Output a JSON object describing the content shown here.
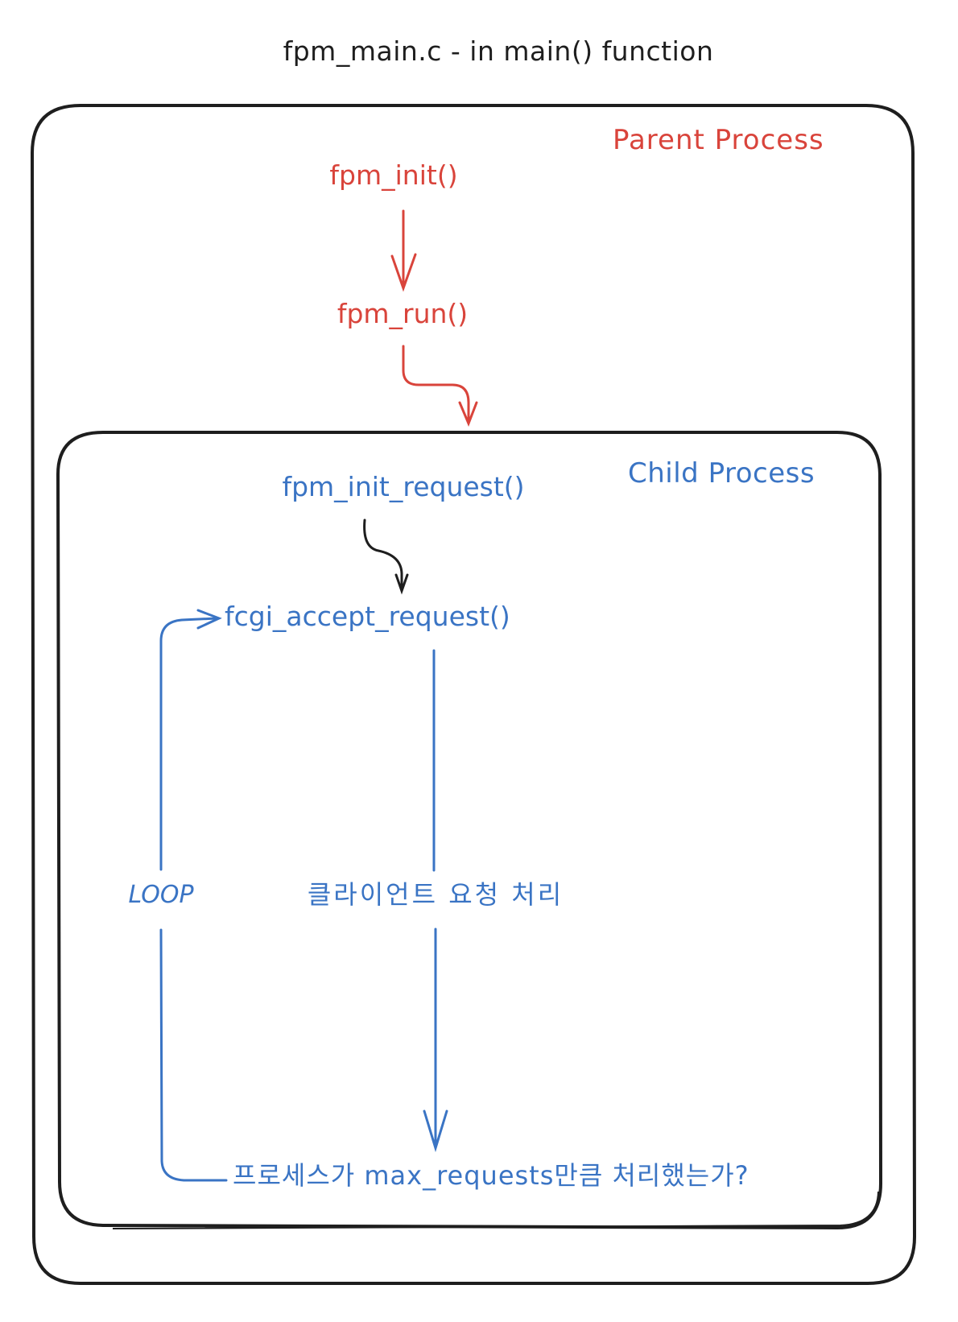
{
  "title": "fpm_main.c - in main() function",
  "colors": {
    "parent": "#d9443b",
    "child": "#3a74c4",
    "stroke": "#1e1e1e"
  },
  "parent_process": {
    "label": "Parent Process",
    "steps": [
      "fpm_init()",
      "fpm_run()"
    ]
  },
  "child_process": {
    "label": "Child Process",
    "init": "fpm_init_request()",
    "accept": "fcgi_accept_request()",
    "loop_label": "LOOP",
    "handle_label": "클라이언트 요청 처리",
    "condition": "프로세스가 max_requests만큼 처리했는가?"
  },
  "icons": {
    "flow_arrow": "arrow-down-icon",
    "loop_arrow": "arrow-right-icon"
  }
}
